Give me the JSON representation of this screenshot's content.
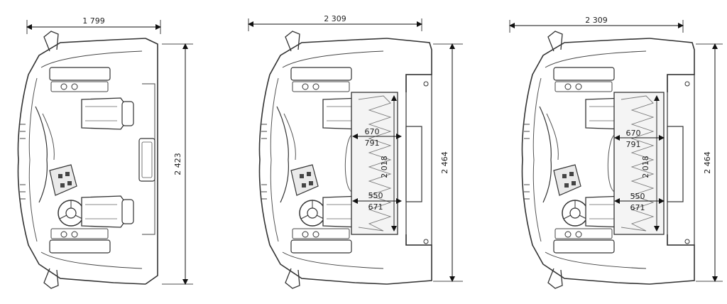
{
  "colors": {
    "line": "#333333",
    "bed": "#f2f2f2",
    "dimension": "#111111"
  },
  "views": [
    {
      "id": "cab-no-bed",
      "width_label": "1 799",
      "height_label": "2 423"
    },
    {
      "id": "cab-bed-a",
      "width_label": "2 309",
      "height_label": "2 464",
      "bed": {
        "upper_inner": "670",
        "upper_outer": "791",
        "length": "2 018",
        "lower_inner": "550",
        "lower_outer": "671"
      }
    },
    {
      "id": "cab-bed-b",
      "width_label": "2 309",
      "height_label": "2 464",
      "bed": {
        "upper_inner": "670",
        "upper_outer": "791",
        "length": "2 018",
        "lower_inner": "550",
        "lower_outer": "671"
      }
    }
  ]
}
